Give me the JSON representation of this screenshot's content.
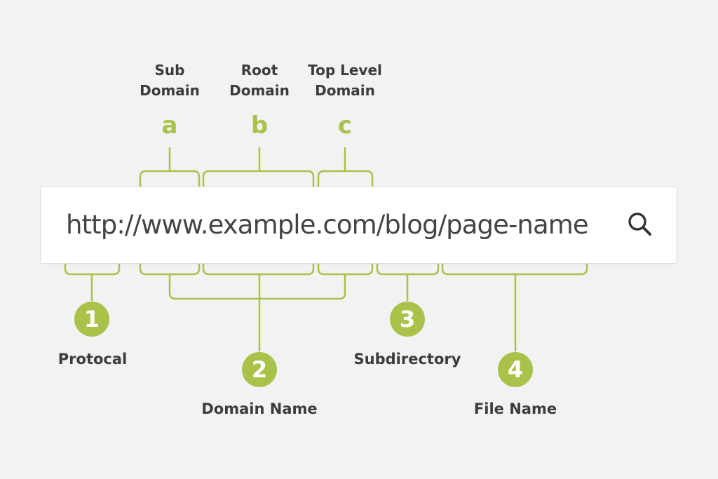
{
  "url": {
    "text": "http://www.example.com/blog/page-name",
    "search_icon": "search-icon"
  },
  "top_labels": [
    {
      "line1": "Sub",
      "line2": "Domain",
      "letter": "a"
    },
    {
      "line1": "Root",
      "line2": "Domain",
      "letter": "b"
    },
    {
      "line1": "Top Level",
      "line2": "Domain",
      "letter": "c"
    }
  ],
  "bottom_labels": [
    {
      "number": "1",
      "label": "Protocal"
    },
    {
      "number": "2",
      "label": "Domain Name"
    },
    {
      "number": "3",
      "label": "Subdirectory"
    },
    {
      "number": "4",
      "label": "File Name"
    }
  ],
  "colors": {
    "accent": "#a9c24a",
    "text": "#3b3b3b",
    "url_text": "#444444",
    "background": "#f2f2f2"
  }
}
